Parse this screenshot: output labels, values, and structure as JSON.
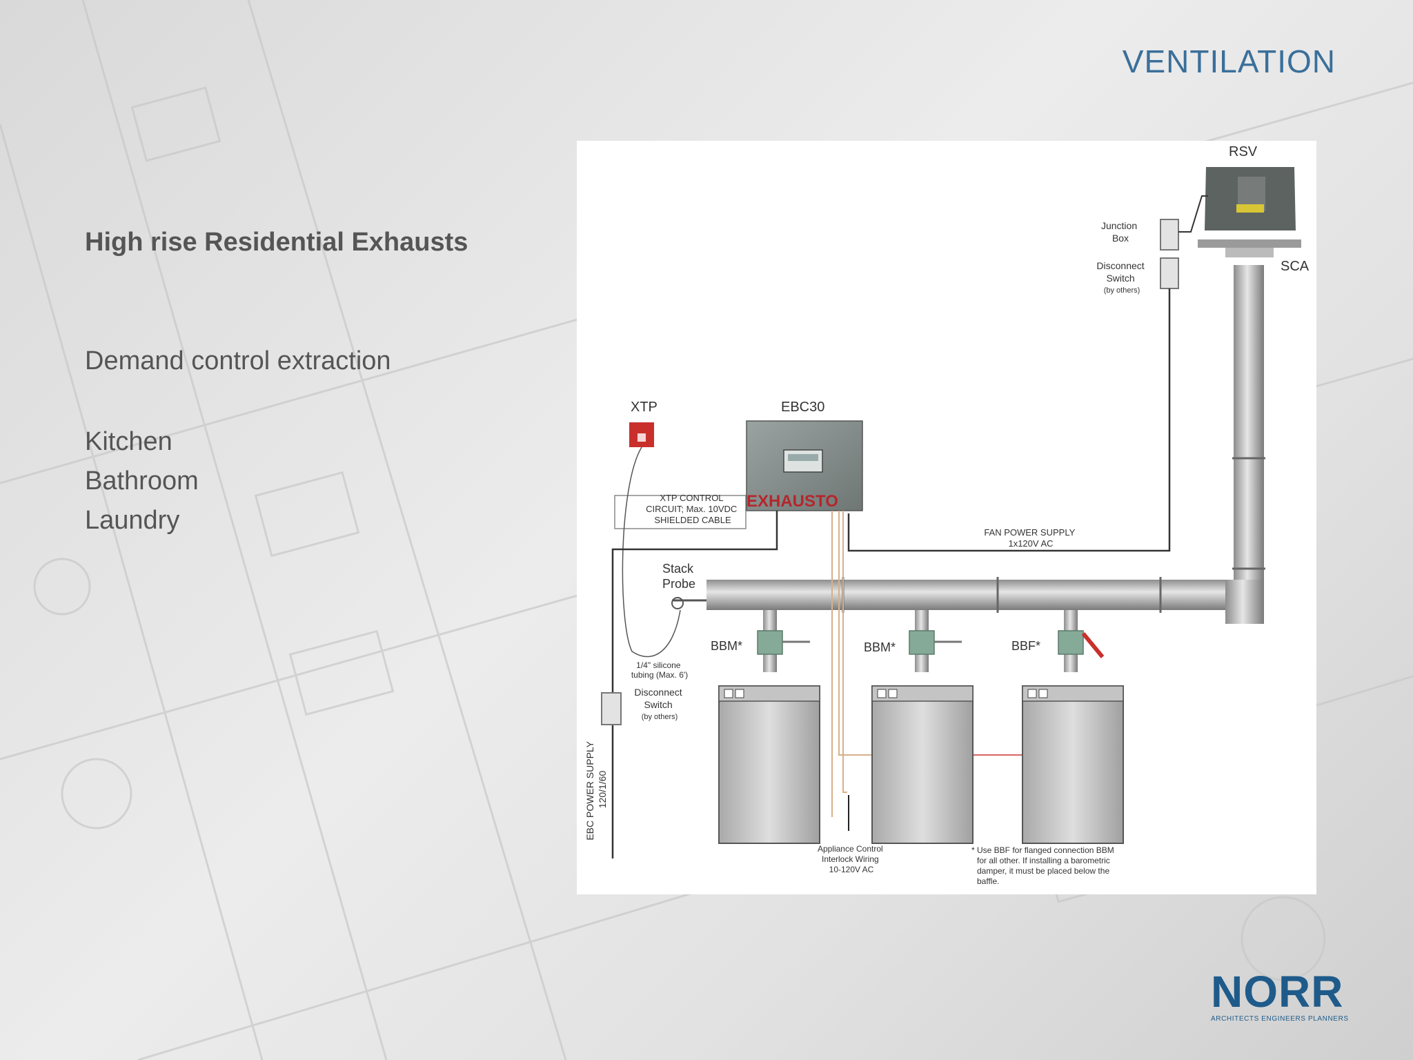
{
  "slide": {
    "title": "VENTILATION",
    "heading": "High rise Residential Exhausts",
    "subheading": "Demand control extraction",
    "rooms": [
      "Kitchen",
      "Bathroom",
      "Laundry"
    ]
  },
  "diagram": {
    "labels": {
      "rsv": "RSV",
      "sca": "SCA",
      "junction_box": [
        "Junction",
        "Box"
      ],
      "disconnect_top": [
        "Disconnect",
        "Switch",
        "(by others)"
      ],
      "xtp": "XTP",
      "ebc30": "EBC30",
      "exhausto": "EXHAUSTO",
      "xtp_control": [
        "XTP CONTROL",
        "CIRCUIT; Max. 10VDC",
        "SHIELDED CABLE"
      ],
      "fan_power": [
        "FAN POWER SUPPLY",
        "1x120V AC"
      ],
      "stack_probe": [
        "Stack",
        "Probe"
      ],
      "tubing": [
        "1/4\" silicone",
        "tubing (Max. 6')"
      ],
      "disconnect_bottom": [
        "Disconnect",
        "Switch",
        "(by others)"
      ],
      "ebc_power": [
        "EBC POWER SUPPLY",
        "120/1/60"
      ],
      "bbm1": "BBM*",
      "bbm2": "BBM*",
      "bbf": "BBF*",
      "appliance": [
        "Appliance Control",
        "Interlock Wiring",
        "10-120V AC"
      ],
      "note": [
        "* Use BBF for flanged connection BBM",
        "for all other. If installing a barometric",
        "damper, it must be placed below the",
        "baffle."
      ]
    }
  },
  "logo": {
    "word": "NORR",
    "tagline": "ARCHITECTS  ENGINEERS  PLANNERS"
  },
  "colors": {
    "title": "#3a6f9a",
    "logo": "#1f5b8a",
    "body_text": "#555555",
    "xtp_red": "#c9302c",
    "exhausto_red": "#b5262b"
  }
}
